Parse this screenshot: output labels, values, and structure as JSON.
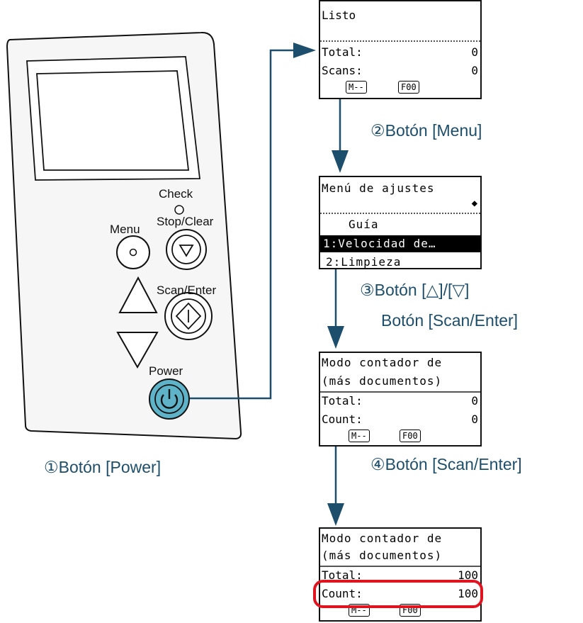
{
  "panel": {
    "check_label": "Check",
    "menu_label": "Menu",
    "stop_clear_label": "Stop/Clear",
    "scan_enter_label": "Scan/Enter",
    "power_label": "Power",
    "power_color": "#5fb3c8"
  },
  "step1_label": "①Botón [Power]",
  "step2_label": "②Botón [Menu]",
  "step3_label_line1": "③Botón [△]/[▽]",
  "step3_label_line2": "Botón [Scan/Enter]",
  "step4_label": "④Botón [Scan/Enter]",
  "screen1": {
    "title": "Listo",
    "total_label": "Total:",
    "total_value": "0",
    "scans_label": "Scans:",
    "scans_value": "0",
    "key1": "M--",
    "key2": "F00"
  },
  "screen2": {
    "title": "Menú de ajustes",
    "scroll_icon": "up-down-arrow-icon",
    "item_guide": "Guía",
    "item_1": "1:Velocidad de…",
    "item_2": "2:Limpieza"
  },
  "screen3": {
    "line1": "Modo contador de",
    "line2": "(más documentos)",
    "total_label": "Total:",
    "total_value": "0",
    "count_label": "Count:",
    "count_value": "0",
    "key1": "M--",
    "key2": "F00"
  },
  "screen4": {
    "line1": "Modo contador de",
    "line2": "(más documentos)",
    "total_label": "Total:",
    "total_value": "100",
    "count_label": "Count:",
    "count_value": "100",
    "key1": "M--",
    "key2": "F00",
    "highlight_color": "#e0141e"
  },
  "colors": {
    "arrow": "#1d4e6b",
    "step_text": "#1d4e6b"
  }
}
